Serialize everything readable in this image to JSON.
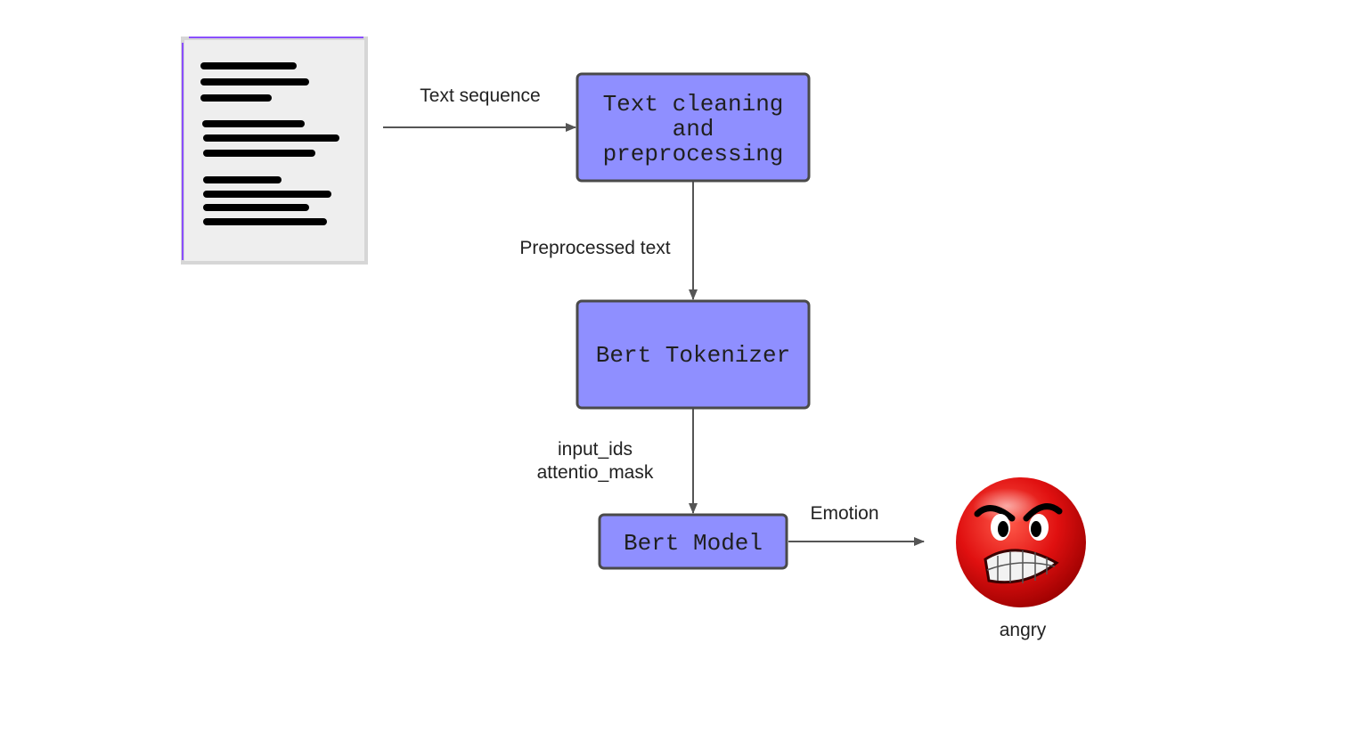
{
  "nodes": {
    "cleaning": {
      "lines": [
        "Text cleaning",
        "and",
        "preprocessing"
      ]
    },
    "tokenizer": {
      "label": "Bert Tokenizer"
    },
    "model": {
      "label": "Bert Model"
    },
    "output": {
      "label": "angry"
    }
  },
  "edges": {
    "doc_to_cleaning": {
      "label": "Text sequence"
    },
    "cleaning_to_tokenizer": {
      "label": "Preprocessed text"
    },
    "tokenizer_to_model": {
      "lines": [
        "input_ids",
        "attentio_mask"
      ]
    },
    "model_to_output": {
      "label": "Emotion"
    }
  },
  "colors": {
    "box_fill": "#8f8fff",
    "box_stroke": "#4a4a4a",
    "arrow": "#555555",
    "doc_fill": "#eeeeee",
    "doc_accent": "#8a4fff",
    "emoji_red": "#e01010"
  },
  "icons": {
    "document": "document-icon",
    "emoji": "angry-face-icon"
  }
}
